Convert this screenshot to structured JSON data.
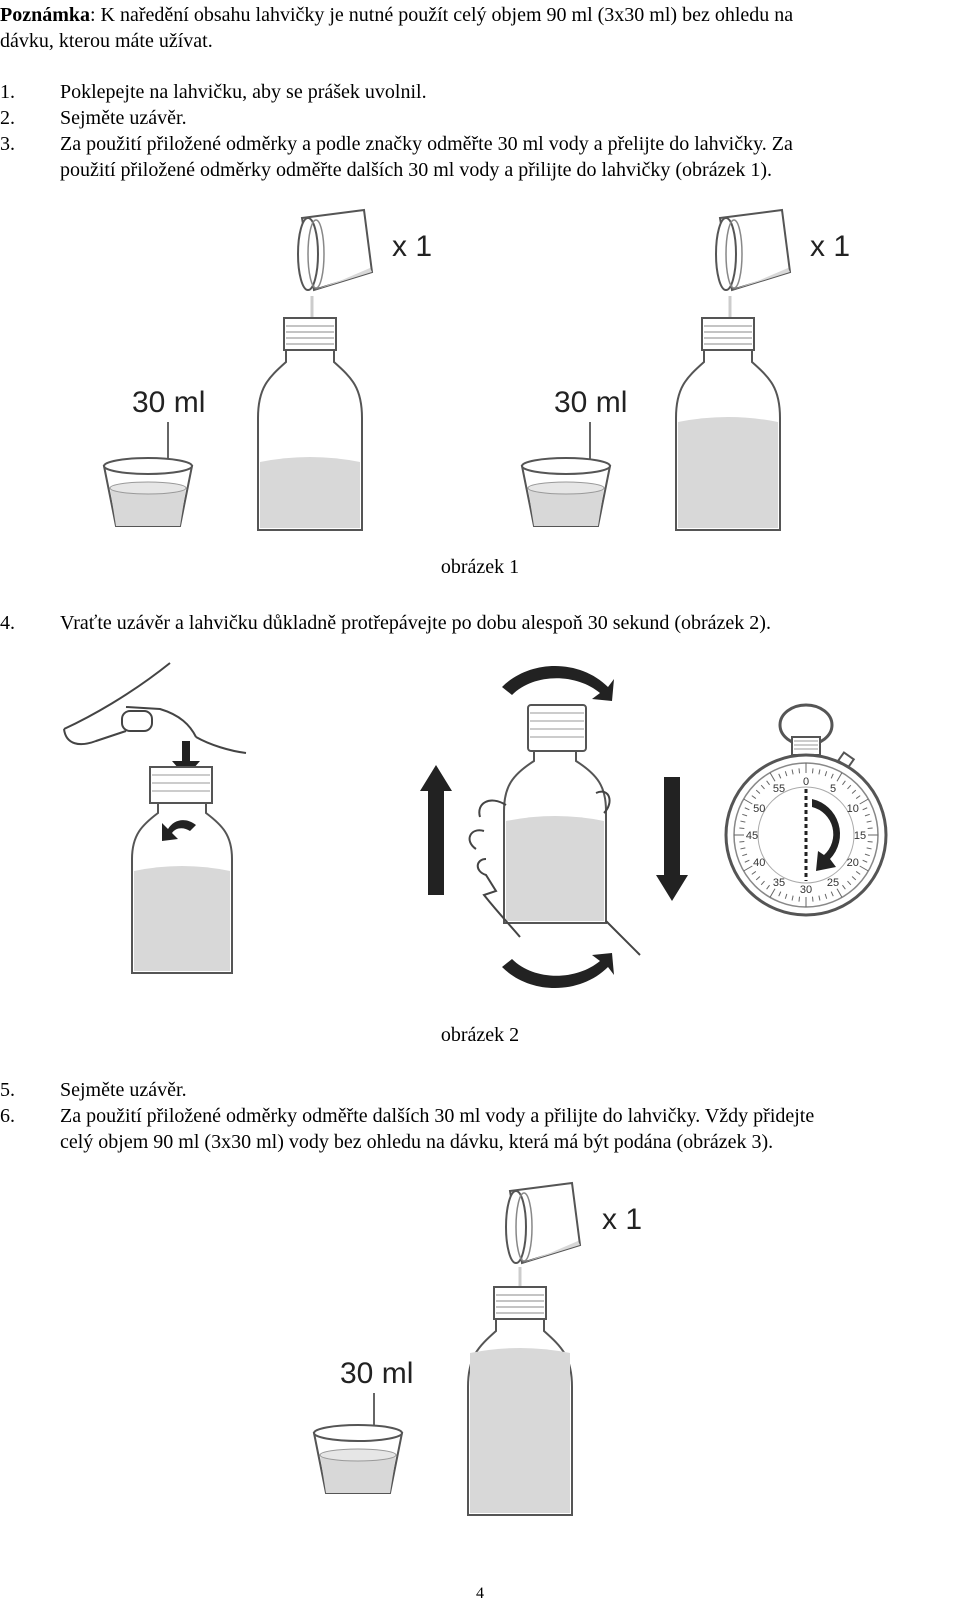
{
  "note": {
    "label": "Poznámka",
    "line1": ": K naředění obsahu lahvičky je nutné použít celý objem 90 ml (3x30 ml) bez ohledu na",
    "line2": "dávku, kterou máte užívat."
  },
  "steps": [
    {
      "num": "1.",
      "lines": [
        "Poklepejte na lahvičku, aby se prášek uvolnil."
      ]
    },
    {
      "num": "2.",
      "lines": [
        "Sejměte uzávěr."
      ]
    },
    {
      "num": "3.",
      "lines": [
        "Za použití přiložené odměrky a podle značky odměřte 30 ml vody a přelijte do lahvičky. Za",
        "použití přiložené odměrky odměřte dalších 30 ml vody a přilijte do lahvičky (obrázek 1)."
      ]
    },
    {
      "num": "4.",
      "lines": [
        "Vraťte uzávěr a lahvičku důkladně protřepávejte po dobu alespoň 30 sekund (obrázek 2)."
      ]
    },
    {
      "num": "5.",
      "lines": [
        "Sejměte uzávěr."
      ]
    },
    {
      "num": "6.",
      "lines": [
        "Za použití přiložené odměrky odměřte dalších 30 ml vody a přilijte do lahvičky. Vždy přidejte",
        "celý objem 90 ml (3x30 ml) vody bez ohledu na dávku, která má být podána (obrázek 3)."
      ]
    }
  ],
  "figures": {
    "fig1_caption": "obrázek 1",
    "fig2_caption": "obrázek 2",
    "cup_label": "30 ml",
    "times_label": "x 1",
    "timer_ticks": [
      "0",
      "5",
      "10",
      "15",
      "20",
      "25",
      "30",
      "35",
      "40",
      "45",
      "50",
      "55"
    ]
  },
  "page_number": "4"
}
